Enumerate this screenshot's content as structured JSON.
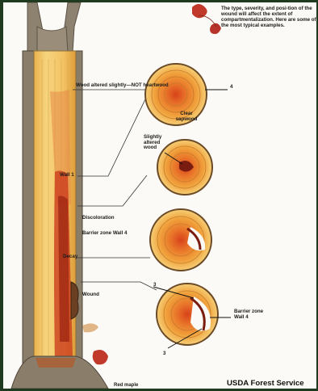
{
  "intro_text": "The type, severity, and posi-tion of the wound will affect the extent of compartmentalization. Here are some of the most typical examples.",
  "labels": {
    "wood_altered": "Wood altered slightly—NOT heartwood",
    "clear_sapwood": "Clear sapwood",
    "slightly_altered": "Slightly altered wood",
    "wall1": "Wall 1",
    "discoloration": "Discoloration",
    "barrier_zone_trunk": "Barrier zone Wall 4",
    "decay": "Decay",
    "wound": "Wound",
    "ring1_number": "4",
    "barrier_zone_ring": "Barrier zone Wall 4",
    "ring4_top_number": "3",
    "ring4_bottom_number": "3"
  },
  "species_caption": "Red maple",
  "credit": "USDA Forest Service",
  "colors": {
    "background_border": "#1f3a1e",
    "paper": "#fbfaf6",
    "wood_light": "#f3c76b",
    "wood_orange": "#e98a2a",
    "discolor_red": "#c9361a",
    "bark": "#8a7d6a",
    "leaf_red": "#c0392b"
  }
}
